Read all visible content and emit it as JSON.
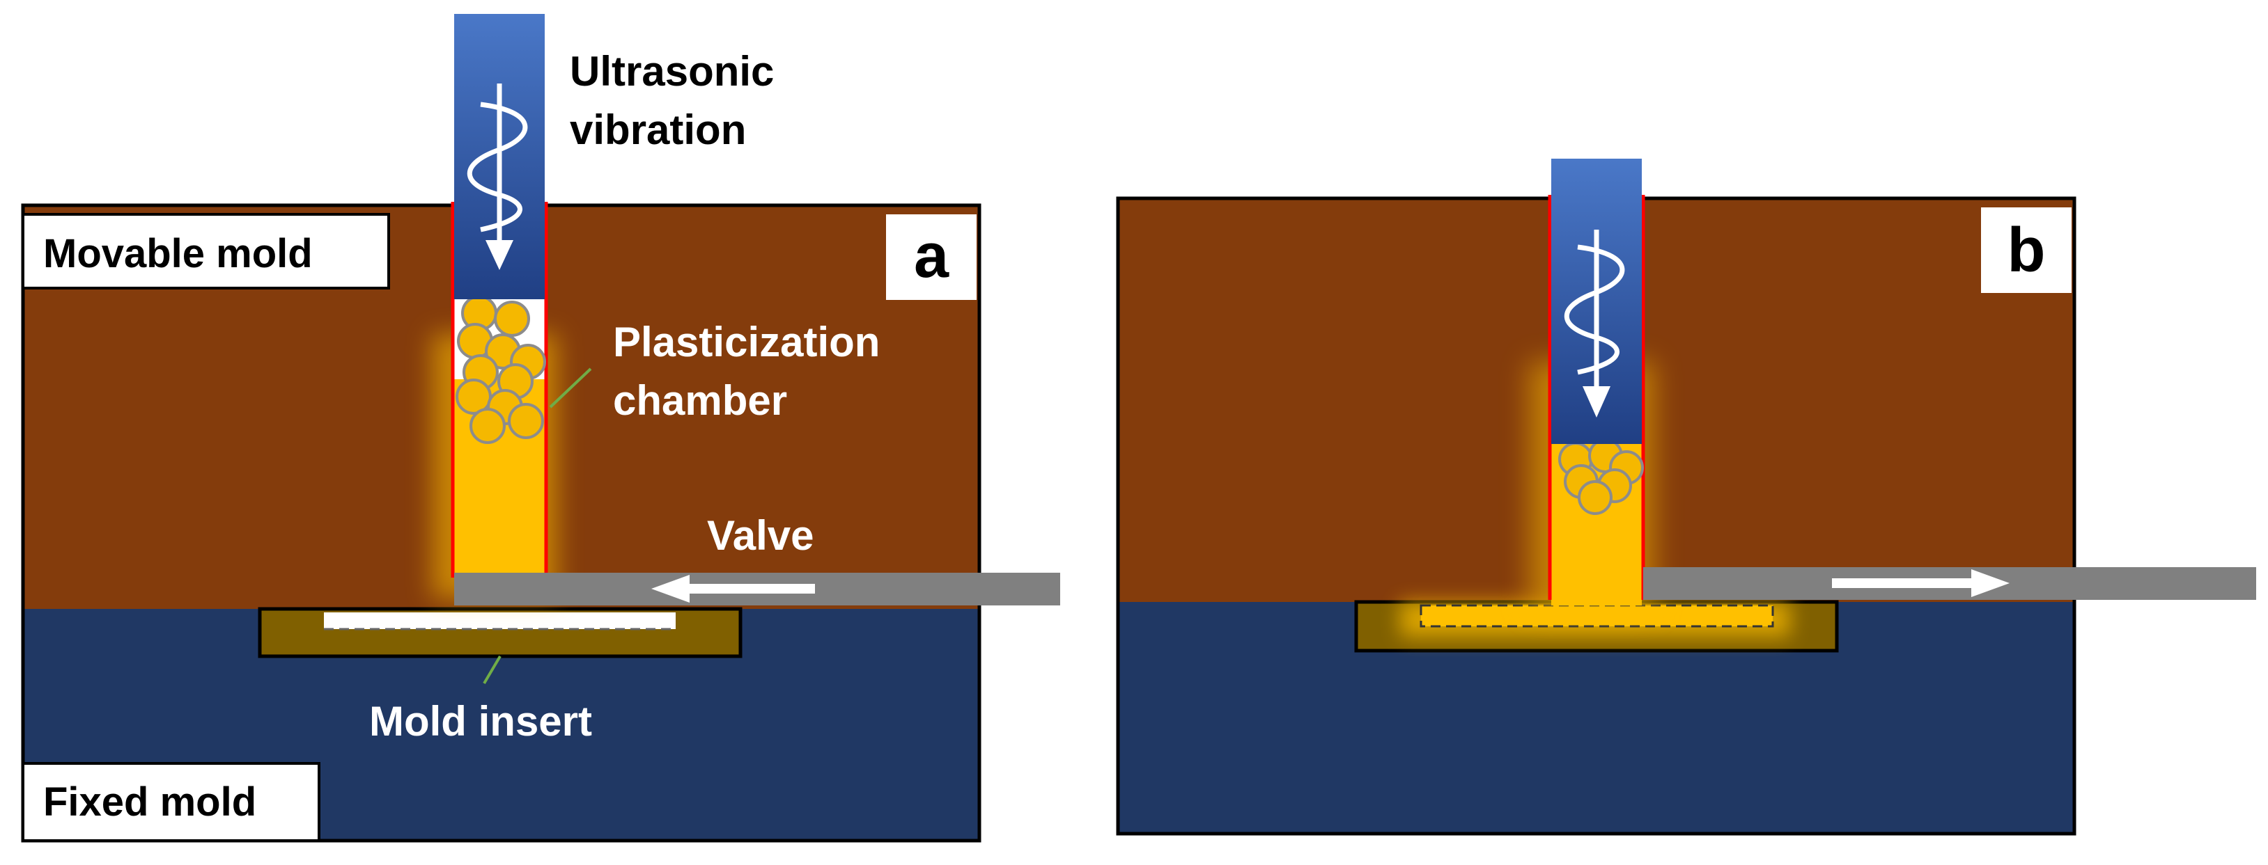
{
  "labels": {
    "ultrasonic_line1": "Ultrasonic",
    "ultrasonic_line2": "vibration",
    "movable_mold": "Movable mold",
    "fixed_mold": "Fixed mold",
    "panel_a": "a",
    "panel_b": "b",
    "plasticization_line1": "Plasticization",
    "plasticization_line2": "chamber",
    "valve": "Valve",
    "mold_insert": "Mold insert"
  },
  "colors": {
    "movable_mold": "#843c0c",
    "fixed_mold": "#203864",
    "sonotrode": "#2f5597",
    "melt": "#ffc000",
    "granule_fill": "#f5b800",
    "granule_stroke": "#8c8c8c",
    "chamber_wall": "#ff0000",
    "valve": "#808080",
    "mold_insert": "#806000",
    "leader_line": "#70ad47"
  }
}
